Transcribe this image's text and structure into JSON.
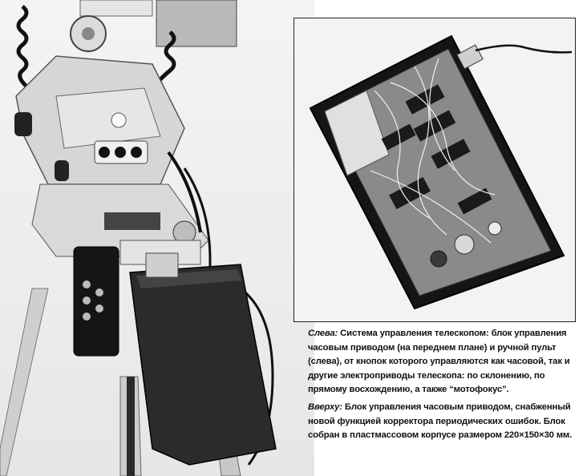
{
  "captions": {
    "left": {
      "lead": "Слева:",
      "text": "Система управления телескопом: блок управления часовым приводом (на переднем плане) и ручной пульт (слева), от кнопок которого управляются как часовой, так и другие электроприводы телескопа: по склонению, по прямому восхождению, а также “мотофокус”."
    },
    "top": {
      "lead": "Вверху:",
      "text": "Блок управления часовым приводом, снабженный новой функцией корректора периодических ошибок. Блок собран в пластмассовом корпусе размером 220×150×30 мм."
    }
  },
  "colors": {
    "metal": "#d2d2d2",
    "dark_box": "#2a2a2a",
    "board": "#8a8a8a",
    "black": "#111111"
  }
}
